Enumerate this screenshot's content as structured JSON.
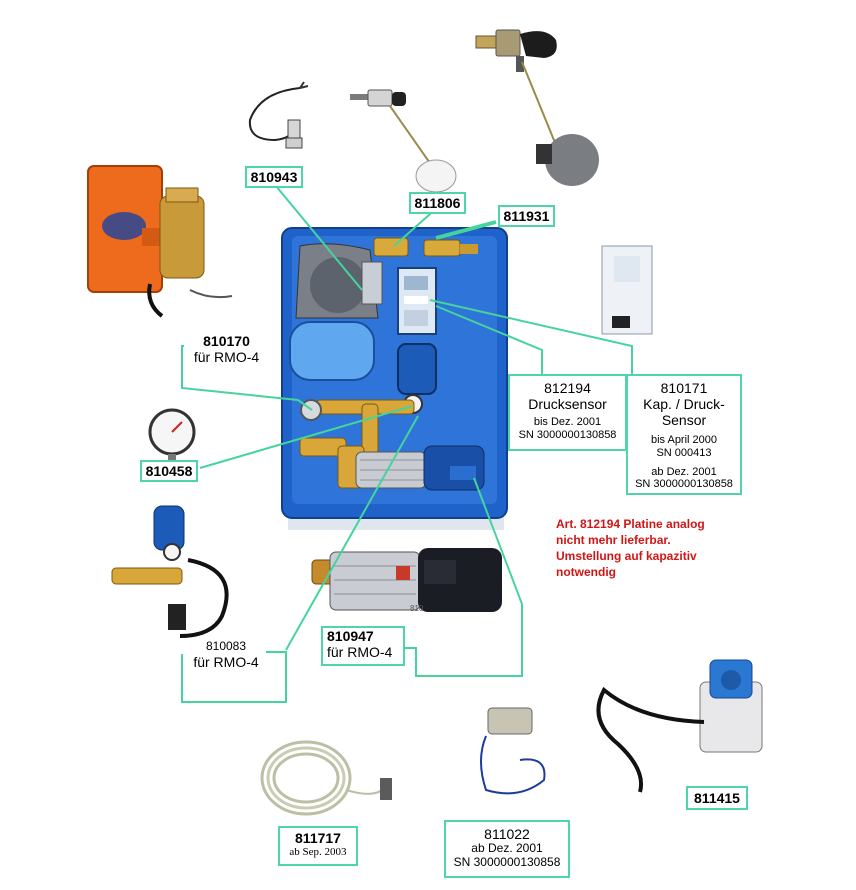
{
  "labels": {
    "l810943": {
      "num": "810943"
    },
    "l811806": {
      "num": "811806"
    },
    "l811931": {
      "num": "811931"
    },
    "l810170": {
      "num": "810170",
      "sub": "für RMO-4"
    },
    "l810458": {
      "num": "810458"
    },
    "l812194": {
      "num": "812194",
      "name": "Drucksensor",
      "line1": "bis Dez. 2001",
      "line2": "SN 3000000130858"
    },
    "l810171": {
      "num": "810171",
      "name1": "Kap. / Druck-",
      "name2": "Sensor",
      "line1": "bis April 2000",
      "line2": "SN 000413",
      "line3": "ab Dez. 2001",
      "line4": "SN 3000000130858"
    },
    "l810083": {
      "num": "810083",
      "sub": "für RMO-4"
    },
    "l810947": {
      "num": "810947",
      "sub": "für RMO-4"
    },
    "l811717": {
      "num": "811717",
      "sub": "ab Sep. 2003"
    },
    "l811022": {
      "num": "811022",
      "line1": "ab Dez. 2001",
      "line2": "SN 3000000130858"
    },
    "l811415": {
      "num": "811415"
    }
  },
  "note": {
    "line1": "Art. 812194 Platine analog",
    "line2": "nicht mehr lieferbar.",
    "line3": "Umstellung auf kapazitiv",
    "line4": "notwendig"
  },
  "pump_marking": "810"
}
